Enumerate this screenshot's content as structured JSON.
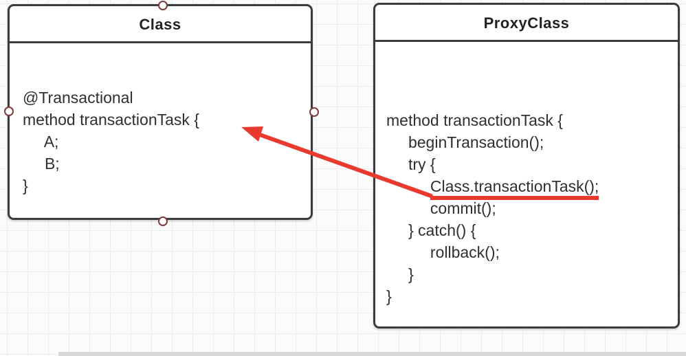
{
  "canvas": {
    "type": "diagram-grid-canvas"
  },
  "colors": {
    "red": "#e83a2f",
    "box_border": "#3b3b3b",
    "text": "#2f2f2f",
    "title_text": "#222222",
    "handle_stroke": "#7d3a3a",
    "background": "#fbfbfb",
    "grid": "#ececec",
    "bottom_bar": "#d7d7d7",
    "box_fill": "#ffffff"
  },
  "class_box": {
    "title": "Class",
    "code_lines": [
      {
        "text": "@Transactional"
      },
      {
        "text": "method transactionTask {"
      },
      {
        "text": "     A;"
      },
      {
        "text": "     B;"
      },
      {
        "text": "}"
      }
    ]
  },
  "proxy_box": {
    "title": "ProxyClass",
    "code_lines": [
      {
        "text": "method transactionTask {"
      },
      {
        "text": "     beginTransaction();"
      },
      {
        "text": "     try {"
      },
      {
        "text": "          Class.transactionTask();",
        "underline": true
      },
      {
        "text": "          commit();"
      },
      {
        "text": "     } catch() {"
      },
      {
        "text": "          rollback();"
      },
      {
        "text": "     }"
      },
      {
        "text": "}"
      }
    ]
  },
  "arrow": {
    "color": "#e83a2f",
    "from_text": "Class.transactionTask();",
    "to_text": "method transactionTask {"
  }
}
